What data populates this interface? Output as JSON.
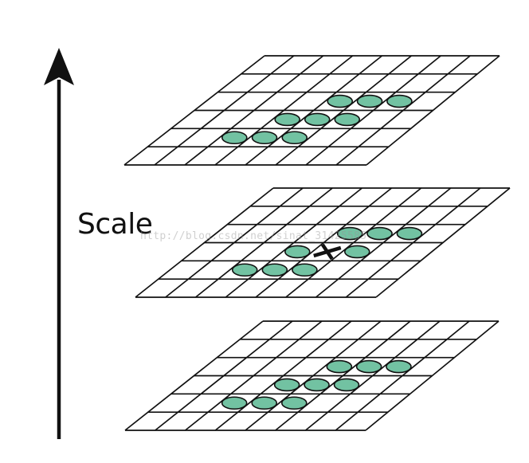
{
  "axis": {
    "label": "Scale",
    "direction": "up",
    "icon": "arrow-up-icon"
  },
  "watermark": {
    "text": "http://blog.csdn.net/sinat_31425585"
  },
  "grid": {
    "rows": 6,
    "cols": 8
  },
  "colors": {
    "line": "#111111",
    "grid_fill": "#ffffff",
    "neighbor_fill": "#72c2a2",
    "neighbor_stroke": "#111111",
    "marker": "#111111",
    "watermark": "#999999"
  },
  "layers": [
    {
      "name": "upper-scale",
      "markers": [
        {
          "type": "neighbor",
          "row": 2,
          "col": 4
        },
        {
          "type": "neighbor",
          "row": 2,
          "col": 5
        },
        {
          "type": "neighbor",
          "row": 2,
          "col": 6
        },
        {
          "type": "neighbor",
          "row": 3,
          "col": 3
        },
        {
          "type": "neighbor",
          "row": 3,
          "col": 4
        },
        {
          "type": "neighbor",
          "row": 3,
          "col": 5
        },
        {
          "type": "neighbor",
          "row": 4,
          "col": 2
        },
        {
          "type": "neighbor",
          "row": 4,
          "col": 3
        },
        {
          "type": "neighbor",
          "row": 4,
          "col": 4
        }
      ]
    },
    {
      "name": "middle-scale",
      "markers": [
        {
          "type": "neighbor",
          "row": 2,
          "col": 4
        },
        {
          "type": "neighbor",
          "row": 2,
          "col": 5
        },
        {
          "type": "neighbor",
          "row": 2,
          "col": 6
        },
        {
          "type": "neighbor",
          "row": 3,
          "col": 3
        },
        {
          "type": "sample",
          "row": 3,
          "col": 4
        },
        {
          "type": "neighbor",
          "row": 3,
          "col": 5
        },
        {
          "type": "neighbor",
          "row": 4,
          "col": 2
        },
        {
          "type": "neighbor",
          "row": 4,
          "col": 3
        },
        {
          "type": "neighbor",
          "row": 4,
          "col": 4
        }
      ]
    },
    {
      "name": "lower-scale",
      "markers": [
        {
          "type": "neighbor",
          "row": 2,
          "col": 4
        },
        {
          "type": "neighbor",
          "row": 2,
          "col": 5
        },
        {
          "type": "neighbor",
          "row": 2,
          "col": 6
        },
        {
          "type": "neighbor",
          "row": 3,
          "col": 3
        },
        {
          "type": "neighbor",
          "row": 3,
          "col": 4
        },
        {
          "type": "neighbor",
          "row": 3,
          "col": 5
        },
        {
          "type": "neighbor",
          "row": 4,
          "col": 2
        },
        {
          "type": "neighbor",
          "row": 4,
          "col": 3
        },
        {
          "type": "neighbor",
          "row": 4,
          "col": 4
        }
      ]
    }
  ]
}
